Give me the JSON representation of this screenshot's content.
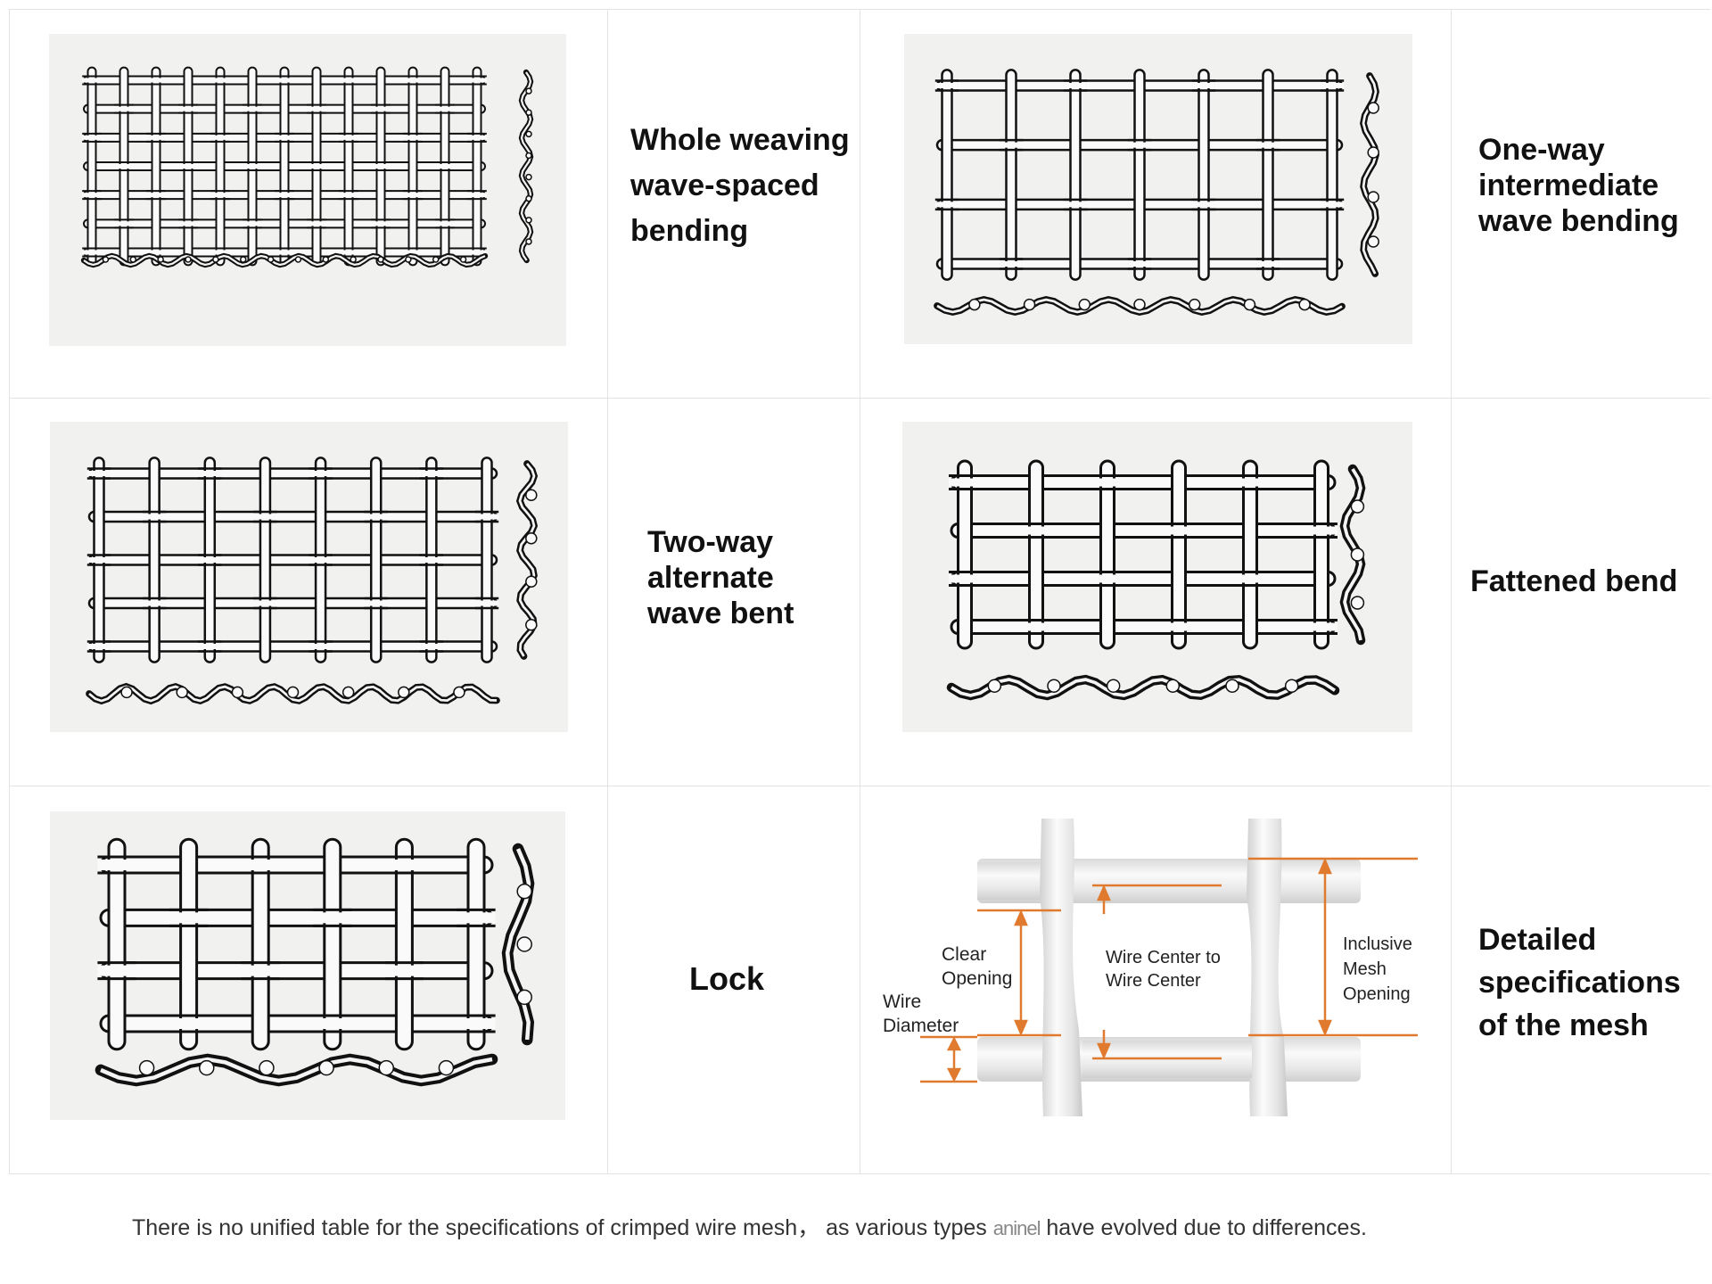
{
  "panels": [
    {
      "id": "p1",
      "label_lines": [
        "Whole weaving",
        "wave-spaced",
        "bending"
      ]
    },
    {
      "id": "p2",
      "label_lines": [
        "One-way",
        "intermediate",
        "wave bending"
      ]
    },
    {
      "id": "p3",
      "label_lines": [
        "Two-way",
        "alternate",
        "wave bent"
      ]
    },
    {
      "id": "p4",
      "label_lines": [
        "Fattened bend"
      ]
    },
    {
      "id": "p5",
      "label_lines": [
        "Lock"
      ]
    },
    {
      "id": "p6",
      "label_lines": [
        "Detailed",
        "specifications",
        "of the mesh"
      ]
    }
  ],
  "detail_labels": {
    "clear_opening": [
      "Clear",
      "Opening"
    ],
    "wire_diameter": [
      "Wire",
      "Diameter"
    ],
    "wire_center": [
      "Wire Center to",
      "Wire Center"
    ],
    "inclusive_opening": [
      "Inclusive",
      "Mesh",
      "Opening"
    ]
  },
  "colors": {
    "dimension_lines": "#e07a2e",
    "wire_dark": "#111111",
    "panel_bg": "#f1f1ef"
  },
  "footnote": {
    "before": "There is no unified table for the specifications of crimped wire mesh， as various types ",
    "garbled": "aninel",
    "after": " have evolved due to differences."
  }
}
